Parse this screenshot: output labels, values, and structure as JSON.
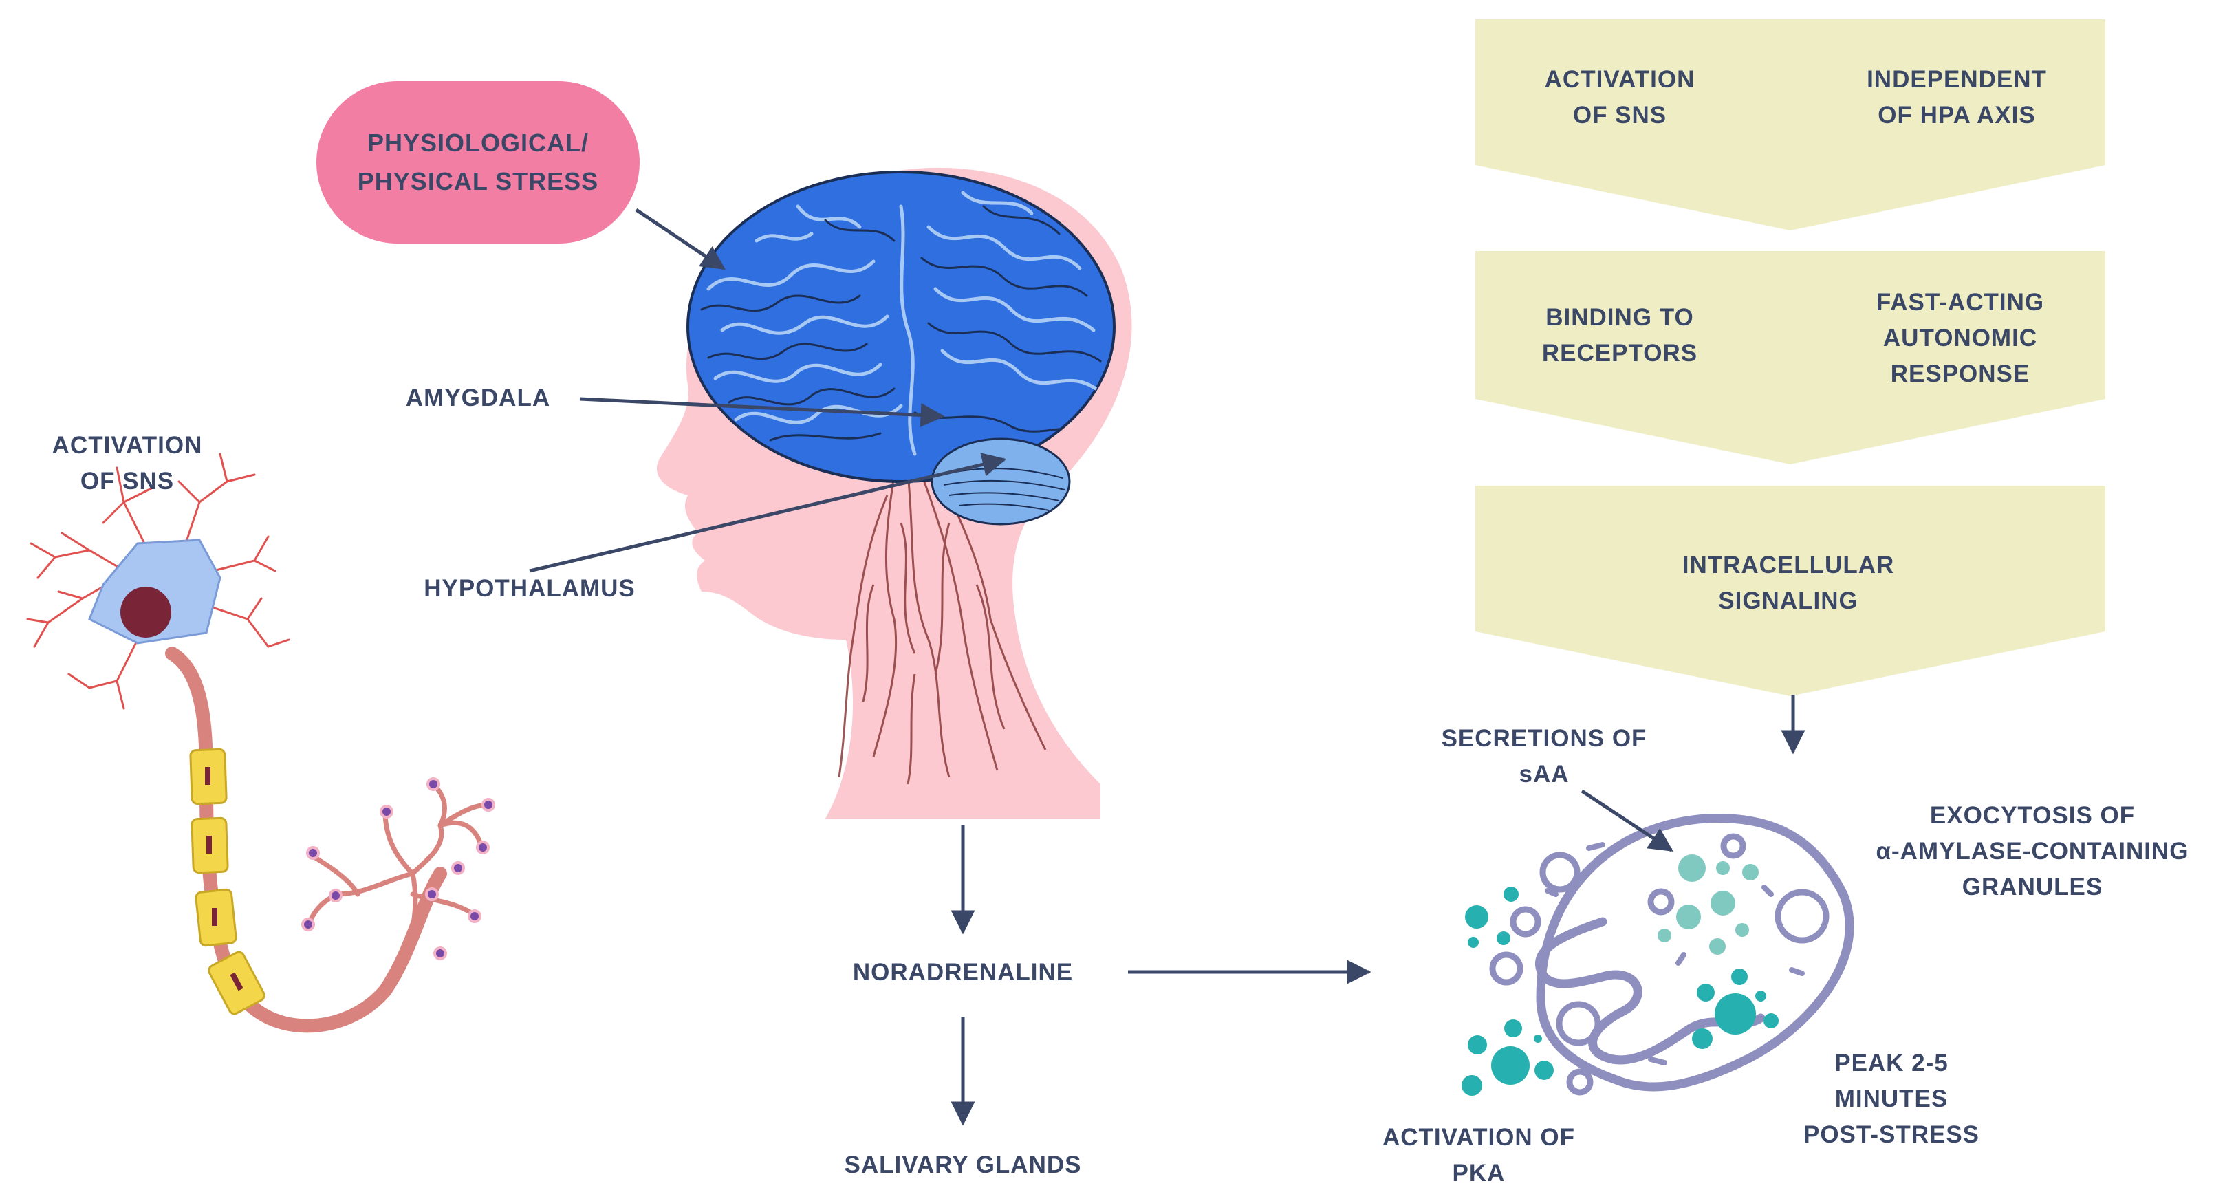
{
  "stress": {
    "line1": "PHYSIOLOGICAL/",
    "line2": "PHYSICAL STRESS"
  },
  "brain_labels": {
    "amygdala": "AMYGDALA",
    "hypothalamus": "HYPOTHALAMUS"
  },
  "neuron": {
    "line1": "ACTIVATION",
    "line2": "OF SNS"
  },
  "flow": {
    "noradrenaline": "NORADRENALINE",
    "salivary_glands": "SALIVARY GLANDS"
  },
  "chevrons": [
    {
      "left": [
        "ACTIVATION",
        "OF SNS"
      ],
      "right": [
        "INDEPENDENT",
        "OF HPA AXIS"
      ]
    },
    {
      "left": [
        "BINDING TO",
        "RECEPTORS"
      ],
      "right": [
        "FAST-ACTING",
        "AUTONOMIC",
        "RESPONSE"
      ]
    },
    {
      "center": [
        "INTRACELLULAR",
        "SIGNALING"
      ]
    }
  ],
  "cell_labels": {
    "secretions": [
      "SECRETIONS OF",
      "sAA"
    ],
    "exocytosis": [
      "EXOCYTOSIS OF",
      "α-AMYLASE-CONTAINING",
      "GRANULES"
    ],
    "peak": [
      "PEAK 2-5",
      "MINUTES",
      "POST-STRESS"
    ],
    "pka": [
      "ACTIVATION OF",
      "PKA"
    ]
  },
  "colors": {
    "text": "#3b4767",
    "arrow": "#3b4767",
    "pill": "#f37ea3",
    "chevron": "#eeedc4",
    "brain": "#2f6fe0",
    "head": "#fbc9cf",
    "cell_outline": "#8f8fbf",
    "granule": "#27b0b0",
    "neuron_body": "#a9c6f2",
    "nucleus": "#7a2437",
    "axon": "#d9837f",
    "myelin": "#f4d64a"
  }
}
